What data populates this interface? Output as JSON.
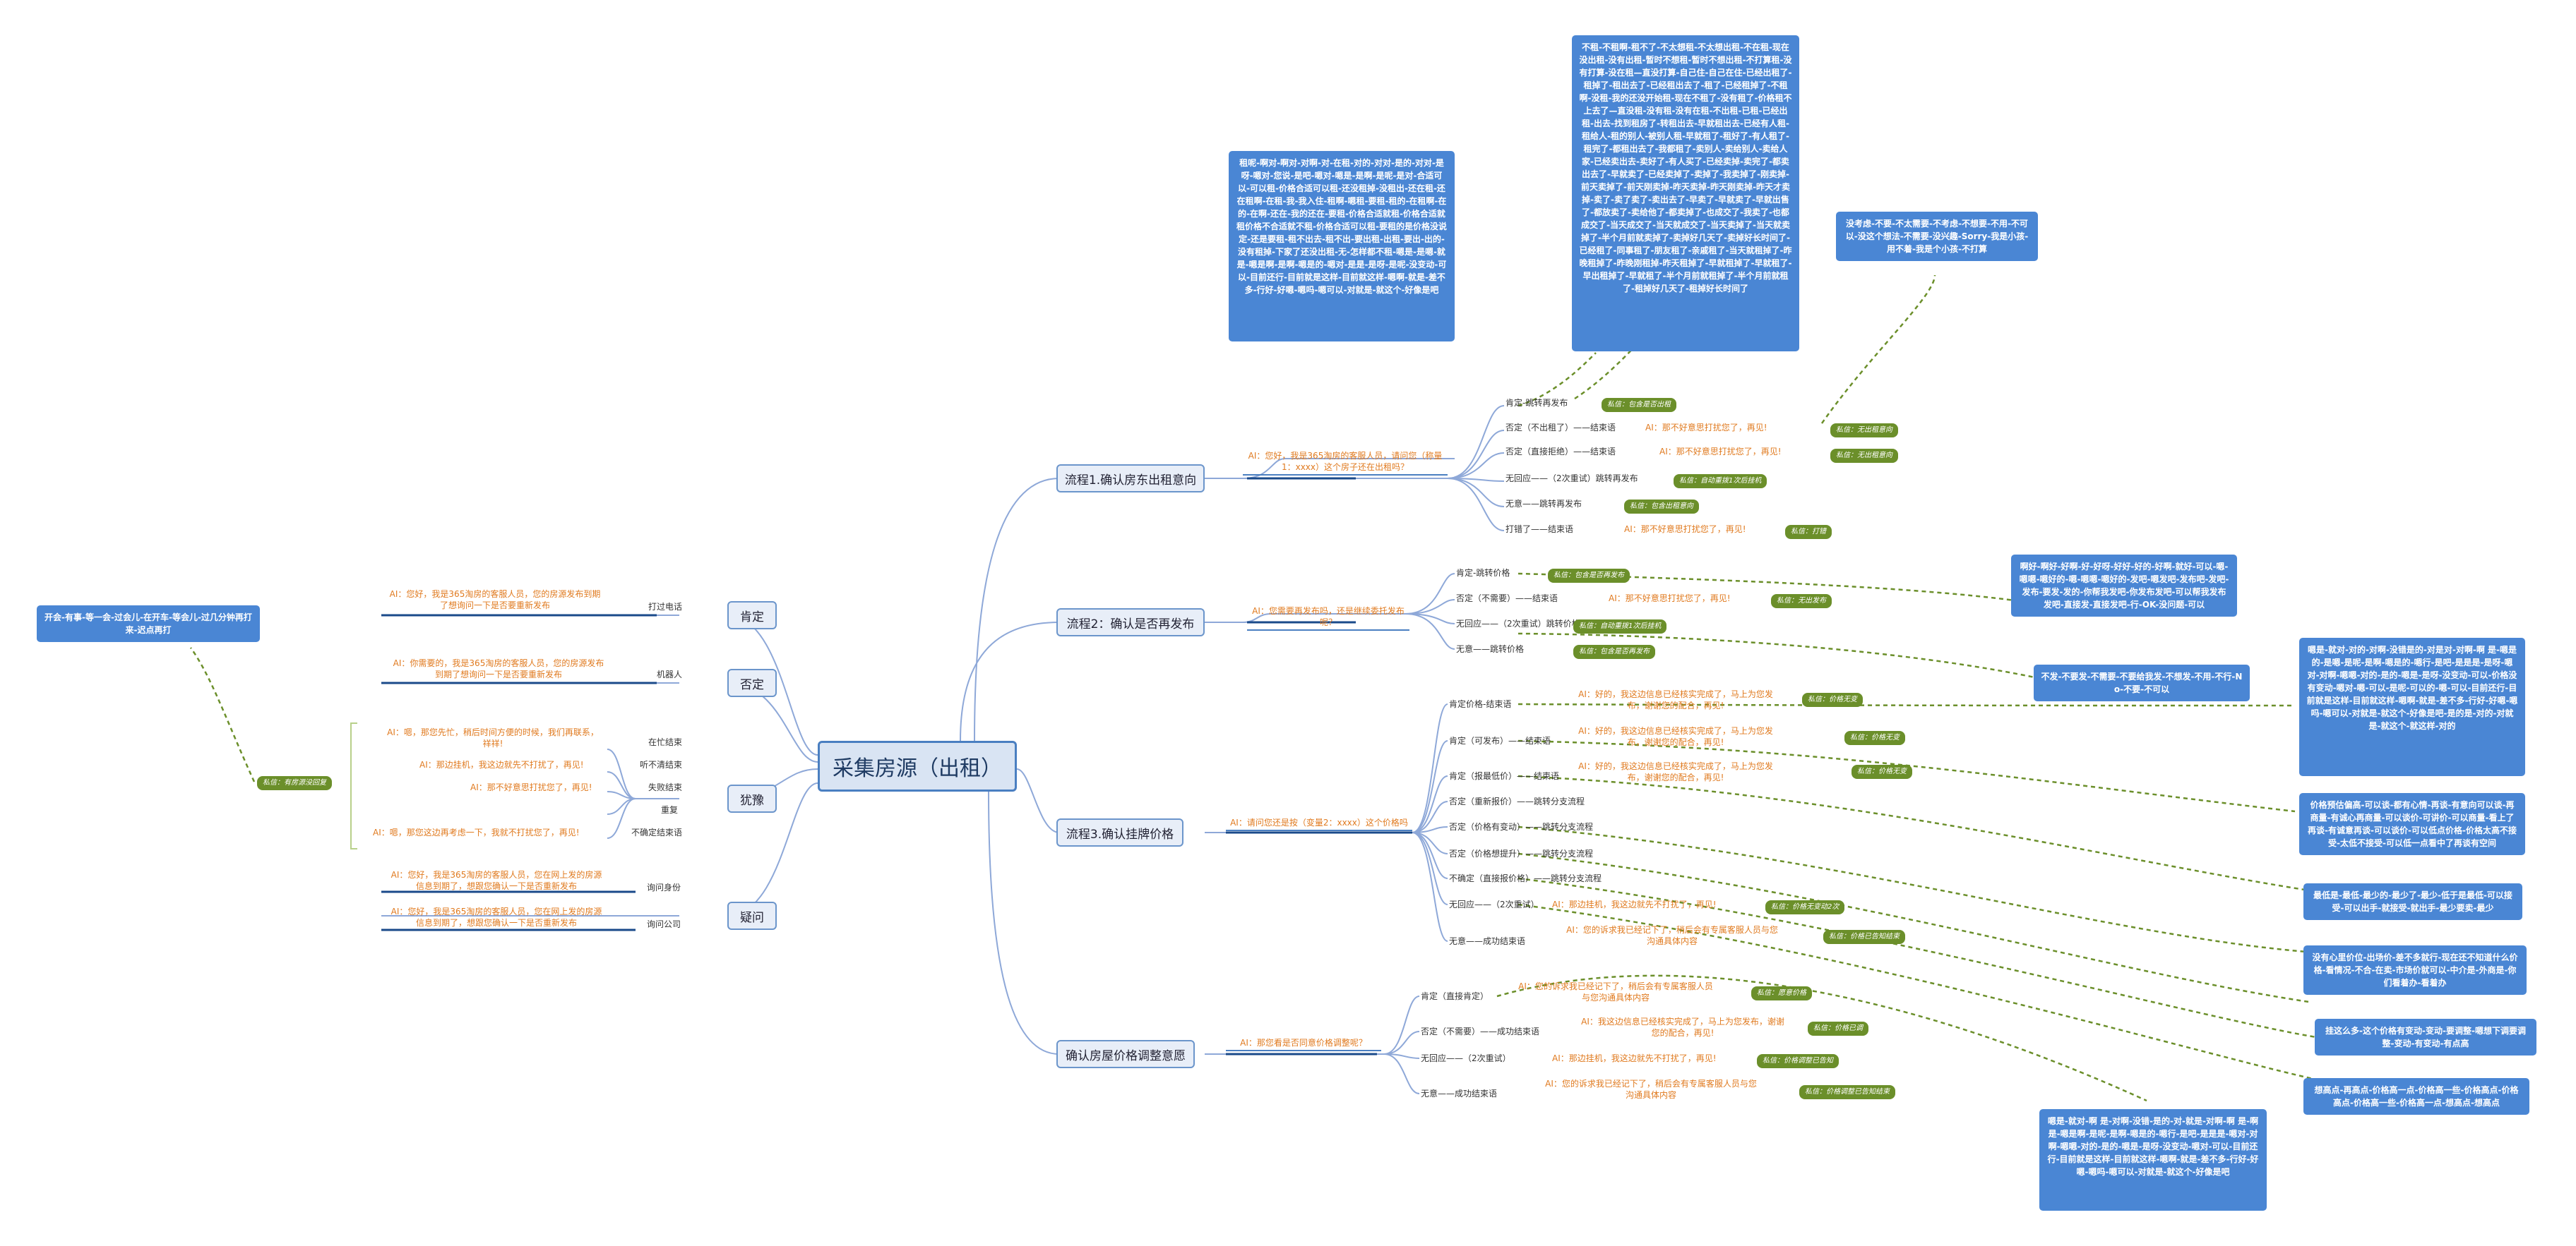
{
  "root": "采集房源（出租）",
  "branches": {
    "p1": "流程1.确认房东出租意向",
    "p2": "流程2：确认是否再发布",
    "p3": "流程3.确认挂牌价格",
    "p4": "确认房屋价格调整意愿",
    "ken": "肯定",
    "fou": "否定",
    "yu": "犹豫",
    "yi": "疑问"
  },
  "p1": {
    "ai": "AI：您好，我是365淘房的客服人员，请问您（称量1：xxxx）这个房子还在出租吗？",
    "items": [
      "肯定-跳转再发布",
      "否定（不出租了）——结束语",
      "否定（直接拒绝）——结束语",
      "无回应——（2次重试）跳转再发布",
      "无意——跳转再发布",
      "打错了——结束语"
    ],
    "ai2": "AI：那不好意思打扰您了，再见!",
    "ai3": "AI：那不好意思打扰您了，再见!",
    "ai6": "AI：那不好意思打扰您了，再见!",
    "tags": [
      "私信：包含是否出租",
      "私信：无出租意向",
      "私信：无出租意向",
      "私信：自动重拨1次后挂机",
      "私信：包含出租意向",
      "私信：打错"
    ]
  },
  "p2": {
    "ai": "AI：您需要再发布吗，还是继续委托发布呢？",
    "items": [
      "肯定-跳转价格",
      "否定（不需要）——结束语",
      "无回应——（2次重试）跳转价格",
      "无意——跳转价格"
    ],
    "ai2": "AI：那不好意思打扰您了，再见!",
    "tags": [
      "私信：包含是否再发布",
      "私信：无出发布",
      "私信：自动重拨1次后挂机",
      "私信：包含是否再发布"
    ]
  },
  "p3": {
    "ai": "AI：请问您还是按（变量2：xxxx）这个价格吗",
    "items": [
      "肯定价格-结束语",
      "肯定（可发布）——结束语",
      "肯定（报最低价）——结束语",
      "否定（重新报价）——跳转分支流程",
      "否定（价格有变动）——跳转分支流程",
      "否定（价格想提升）——跳转分支流程",
      "不确定（直接报价格）——跳转分支流程",
      "无回应——（2次重试）",
      "无意——成功结束语"
    ],
    "ai1": "AI：好的，我这边信息已经核实完成了，马上为您发布，谢谢您的配合，再见!",
    "ai2": "AI：好的，我这边信息已经核实完成了，马上为您发布，谢谢您的配合，再见!",
    "ai3": "AI：好的，我这边信息已经核实完成了，马上为您发布，谢谢您的配合，再见!",
    "ai8": "AI：那边挂机，我这边就先不打扰了，再见!",
    "ai9": "AI：您的诉求我已经记下了，稍后会有专属客服人员与您沟通具体内容",
    "tags": [
      "私信：价格无变",
      "私信：价格无变",
      "私信：价格无变",
      "私信：价格无变动2次",
      "私信：价格已告知结束"
    ]
  },
  "p4": {
    "ai": "AI：那您看是否同意价格调整呢？",
    "items": [
      "肯定（直接肯定）",
      "否定（不需要）——成功结束语",
      "无回应——（2次重试）",
      "无意——成功结束语"
    ],
    "ai1": "AI：您的诉求我已经记下了，稍后会有专属客服人员与您沟通具体内容",
    "ai2": "AI：我这边信息已经核实完成了，马上为您发布，谢谢您的配合，再见!",
    "ai3": "AI：那边挂机，我这边就先不打扰了，再见!",
    "ai4": "AI：您的诉求我已经记下了，稍后会有专属客服人员与您沟通具体内容",
    "tags": [
      "私信：愿意价格",
      "私信：价格已调",
      "私信：价格调整已告知",
      "私信：价格调整已告知结束"
    ]
  },
  "left": {
    "ken_label": "打过电话",
    "ken_ai": "AI：您好，我是365淘房的客服人员，您的房源发布到期了想询问一下是否要重新发布",
    "fou_label": "机器人",
    "fou_ai": "AI：你需要的，我是365淘房的客服人员，您的房源发布到期了想询问一下是否要重新发布",
    "yu_items": [
      "在忙结束",
      "听不清结束",
      "失败结束",
      "重复",
      "不确定结束语"
    ],
    "yu_ai1": "AI：嗯，那您先忙，稍后时间方便的时候，我们再联系，祥祥!",
    "yu_ai2": "AI：那边挂机，我这边就先不打扰了，再见!",
    "yu_ai3": "AI：那不好意思打扰您了，再见!",
    "yu_ai5": "AI：嗯，那您这边再考虑一下，我就不打扰您了，再见!",
    "yu_tag": "私信：有房源没回复",
    "yi_label1": "询问身份",
    "yi_label2": "询问公司",
    "yi_ai1": "AI：您好，我是365淘房的客服人员，您在网上发的房源信息到期了，想跟您确认一下是否重新发布",
    "yi_ai2": "AI：您好，我是365淘房的客服人员，您在网上发的房源信息到期了，想跟您确认一下是否重新发布",
    "bubble": "开会-有事-等一会-过会儿-在开车-等会儿-过几分钟再打来-迟点再打"
  },
  "bubbles": {
    "b1": "租呢-啊对-啊对-对啊-对-在租-对的-对对-是的-对对-是呀-嗯对-您说-是吧-嗯对-嗯是-是啊-是呢-是对-合适可以-可以租-价格合适可以租-还没租掉-没租出-还在租-还在租啊-在租-我-我入住-租啊-嗯租-要租-租的-在租啊-在的-在啊-还在-我的还在-要租-价格合适就租-价格合适就租价格不合适就不租-价格合适可以租-要租的是价格没说定-还是要租-租不出去-租不出-要出租-出租-要出-出的-没有租掉-下家了还没出租-无-怎样都不租-嗯是-是嗯-就是-嗯是啊-是啊-嗯是的-嗯对-是是-是呀-是呢-没变动-可以-目前还行-目前就是这样-目前就这样-嗯啊-就是-差不多-行好-好嗯-嗯吗-嗯可以-对就是-就这个-好像是吧",
    "b2": "不租-不租啊-租不了-不太想租-不太想出租-不在租-现在没出租-没有出租-暂时不想租-暂时不想出租-不打算租-没有打算-没在租—直没打算-自己住-自己在住-已经出租了-租掉了-租出去了-已经租出去了-租了-已经租掉了-不租啊-没租-我的还没开始租-现在不租了-没有租了-价格租不上去了—直没租-没有租-没有在租-不出租-已租-已经出租-出去-找到租房了-转租出去-早就租出去-已经有人租-租给人-租的别人-被别人租-早就租了-租好了-有人租了-租完了-都租出去了-我都租了-卖别人-卖给别人-卖给人家-已经卖出去-卖好了-有人买了-已经卖掉-卖完了-都卖出去了-早就卖了-已经卖掉了-卖掉了-我卖掉了-刚卖掉-前天卖掉了-前天刚卖掉-昨天卖掉-昨天刚卖掉-昨天才卖掉-卖了-卖了卖了-卖出去了-早卖了-早就卖了-早就出售了-都放卖了-卖给他了-都卖掉了-也成交了-我卖了-也都成交了-当天成交了-当天就成交了-当天卖掉了-当天就卖掉了-半个月前就卖掉了-卖掉好几天了-卖掉好长时间了-已经租了-同事租了-朋友租了-亲戚租了-当天就租掉了-昨晚租掉了-昨晚刚租掉-昨天租掉了-早就租掉了-早就租了-早出租掉了-早就租了-半个月前就租掉了-半个月前就租了-租掉好几天了-租掉好长时间了",
    "b3": "没考虑-不要-不太需要-不考虑-不想要-不用-不可以-没这个想法-不需要-没兴趣-Sorry-我是小孩-用不着-我是个小孩-不打算",
    "b4": "啊好-啊好-好啊-好-好呀-好好-好的-好啊-就好-可以-嗯-嗯嗯-嗯好的-嗯-嗯嗯-嗯好的-发吧-嗯发吧-发布吧-发吧-发布-要发-发的-你帮我发吧-你发布发吧-可以帮我发布发吧-直接发-直接发吧-行-OK-没问题-可以",
    "b5": "不发-不要发-不需要-不要给我发-不想发-不用-不行-No-不要-不可以",
    "b6": "嗯是-就对-对的-对啊-没错是的-对是对-对啊-啊 是-嗯是的-是嗯-是呢-是啊-嗯是的-嗯行-是吧-是是是-是呀-嗯对-对啊-嗯嗯-对的-是的-嗯是-是呀-没变动-可以-价格没有变动-嗯对-嗯-可以-是呢-可以的-嗯-可以-目前还行-目前就是这样-目前就这样-嗯啊-就是-差不多-行好-好嗯-嗯吗-嗯可以-对就是-就这个-好像是吧-是的是-对的-对就是-就这个-就这样-对的",
    "b7": "价格预估偏高-可以谈-都有心情-再谈-有意向可以谈-再商量-有诚心再商量-可以谈价-可讲价-可以商量-看上了再谈-有诚意再谈-可以谈价-可以低点价格-价格太高不接受-太低不接受-可以低一点看中了再谈有空间",
    "b8": "最低是-最低-最少的-最少了-最少-低于是最低-可以接受-可以出手-就接受-就出手-最少要卖-最少",
    "b9": "没有心里价位-出场价-差不多就行-现在还不知道什么价格-看情况-不合-在卖-市场价就可以-中介是-外商是-你们看着办-看着办",
    "b10": "挂这么多-这个价格有变动-变动-要调整-嗯想下调要调整-变动-有变动-有点高",
    "b11": "想高点-再高点-价格高一点-价格高一些-价格高点-价格高点-价格高一些-价格高一点-想高点-想高点",
    "b12": "嗯是-就对-啊 是-对啊-没错-是的-对-就是-对啊-啊 是-啊 是-嗯是啊-是呢-是啊-嗯是的-嗯行-是吧-是是是-嗯对-对啊-嗯嗯-对的-是的-嗯是-是呀-没变动-嗯对-可以-目前还行-目前就是这样-目前就这样-嗯啊-就是-差不多-行好-好嗯-嗯吗-嗯可以-对就是-就这个-好像是吧"
  }
}
